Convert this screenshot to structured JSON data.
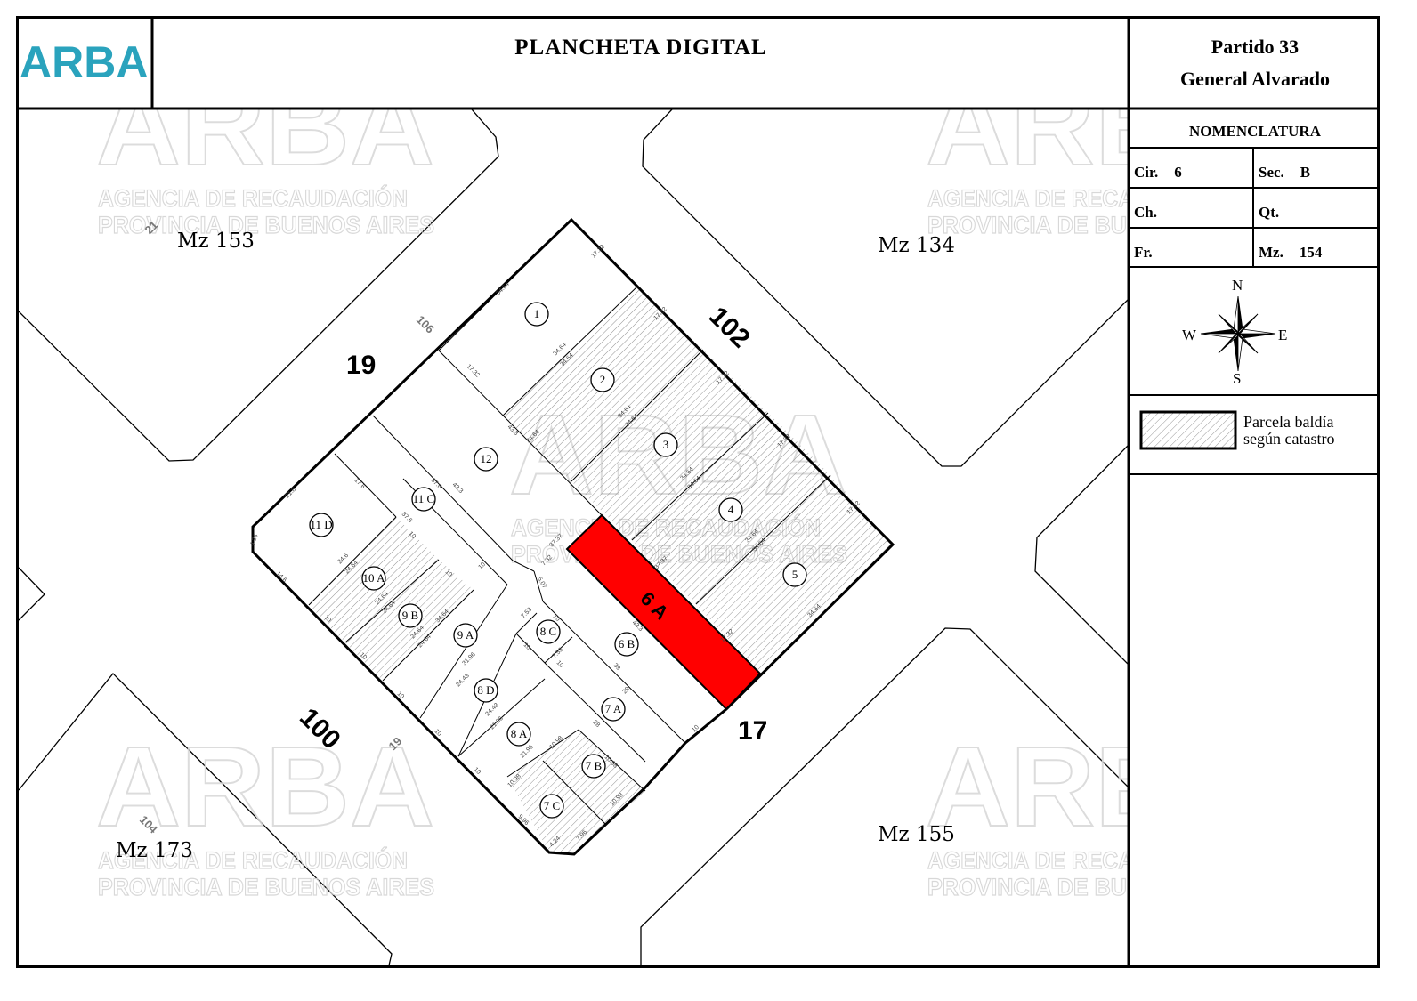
{
  "header": {
    "logo": "ARBA",
    "title": "PLANCHETA DIGITAL",
    "partido": "Partido 33",
    "partido_name": "General Alvarado"
  },
  "nomenclatura": {
    "title": "NOMENCLATURA",
    "cir_label": "Cir.",
    "cir_value": "6",
    "sec_label": "Sec.",
    "sec_value": "B",
    "ch_label": "Ch.",
    "ch_value": "",
    "qt_label": "Qt.",
    "qt_value": "",
    "fr_label": "Fr.",
    "fr_value": "",
    "mz_label": "Mz.",
    "mz_value": "154"
  },
  "compass": {
    "n": "N",
    "s": "S",
    "e": "E",
    "w": "W"
  },
  "legend": {
    "line1": "Parcela baldía",
    "line2": "según catastro"
  },
  "watermark": {
    "brand": "ARBA",
    "line1": "AGENCIA DE RECAUDACIÓN",
    "line2": "PROVINCIA DE BUENOS AIRES"
  },
  "map": {
    "blocks": {
      "nw": "Mz 153",
      "ne": "Mz 134",
      "sw": "Mz 173",
      "se": "Mz 155"
    },
    "streets": {
      "nw": "19",
      "ne": "102",
      "sw": "100",
      "se": "17"
    },
    "small_street_labels": [
      "21",
      "106",
      "19",
      "104"
    ],
    "highlighted_parcel": {
      "label": "6 A",
      "color": "#ff0000"
    },
    "parcels": [
      "1",
      "2",
      "3",
      "4",
      "5",
      "12",
      "11 C",
      "11 D",
      "10 A",
      "9 B",
      "9 A",
      "8 C",
      "6 B",
      "8 D",
      "7 A",
      "8 A",
      "7 B",
      "7 C"
    ],
    "dimensions": [
      "17.32",
      "34.64",
      "17.32",
      "34.64",
      "34.64",
      "43.3",
      "34.64",
      "17.32",
      "34.64",
      "34.64",
      "17.32",
      "34.64",
      "34.64",
      "34.64",
      "17.32",
      "34.64",
      "17.32",
      "37.6",
      "43.3",
      "17.6",
      "37.6",
      "10",
      "10",
      "24.6",
      "24.64",
      "24.64",
      "24.64",
      "24.64",
      "24.64",
      "34.64",
      "31.96",
      "24.43",
      "24.43",
      "21.96",
      "21.96",
      "10.98",
      "10.98",
      "10.98",
      "10.98",
      "7.53",
      "7.53",
      "10",
      "10",
      "10",
      "10",
      "10",
      "10",
      "10",
      "10",
      "10",
      "39",
      "29",
      "28",
      "43.3",
      "37.37",
      "37.37",
      "7.32",
      "5.07",
      "34.64",
      "17.32",
      "4.24",
      "7.96",
      "9.96",
      "14.6",
      "4.24",
      "21.8",
      "10"
    ]
  }
}
